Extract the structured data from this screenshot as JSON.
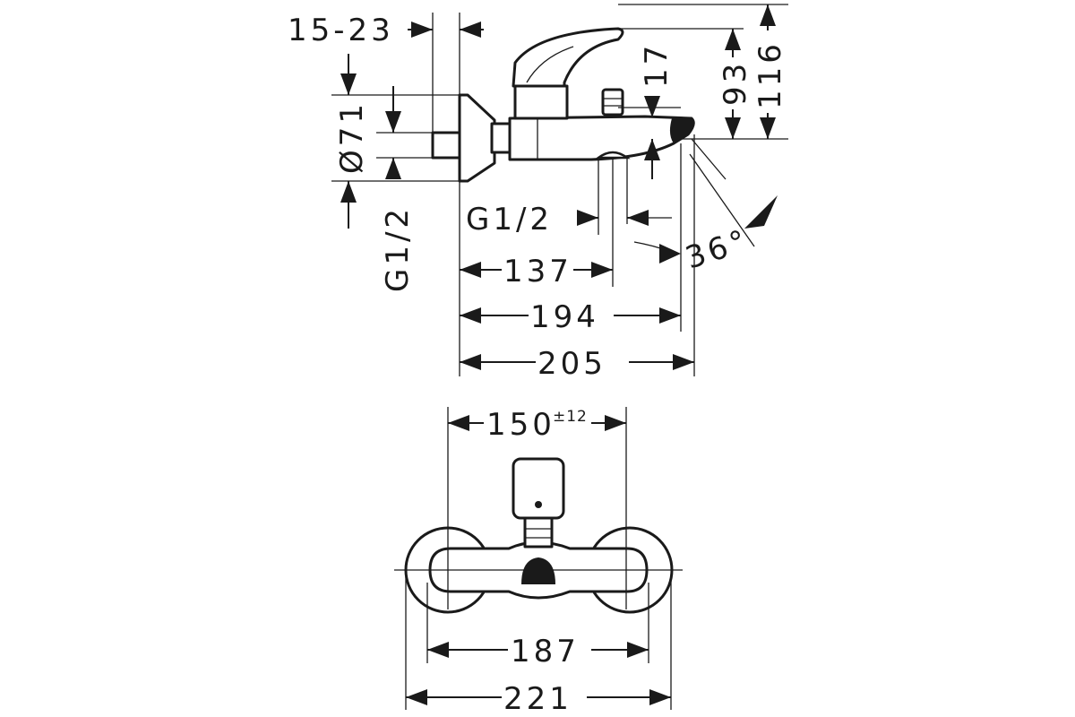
{
  "side_view": {
    "labels": {
      "d_15_23": "15-23",
      "d_17": "17",
      "d_93": "93",
      "d_116": "116",
      "d_o71": "Ø71",
      "d_g12_left": "G1/2",
      "d_g12_spout": "G1/2",
      "d_137": "137",
      "d_194": "194",
      "d_205": "205",
      "d_36deg": "36°"
    }
  },
  "front_view": {
    "labels": {
      "d_150": "150",
      "d_150_tol": "±12",
      "d_187": "187",
      "d_221": "221"
    }
  }
}
